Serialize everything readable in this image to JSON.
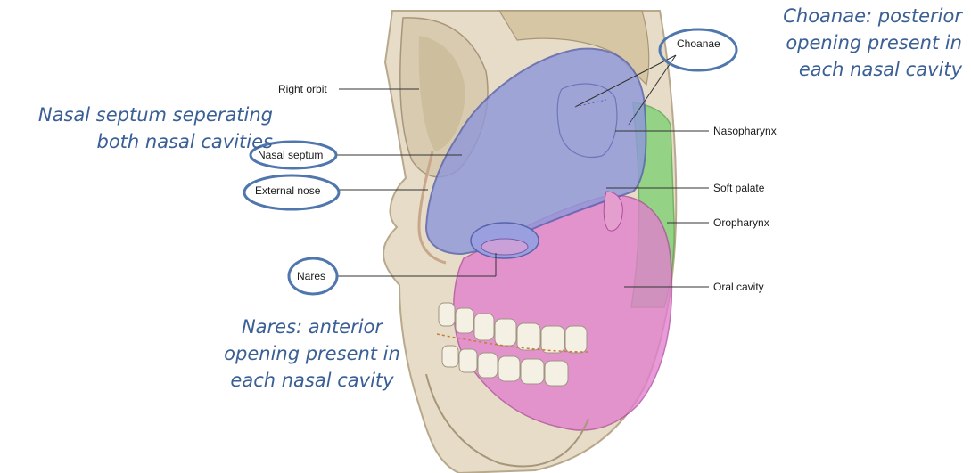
{
  "labels": {
    "right_orbit": "Right orbit",
    "nasal_septum": "Nasal septum",
    "external_nose": "External nose",
    "nares": "Nares",
    "choanae": "Choanae",
    "nasopharynx": "Nasopharynx",
    "soft_palate": "Soft palate",
    "oropharynx": "Oropharynx",
    "oral_cavity": "Oral cavity"
  },
  "annotations": {
    "septum_note": [
      "Nasal septum seperating",
      "both nasal cavities"
    ],
    "choanae_note": [
      "Choanae: posterior",
      "opening present in",
      "each nasal cavity"
    ],
    "nares_note": [
      "Nares: anterior",
      "opening present in",
      "each nasal cavity"
    ]
  },
  "colors": {
    "annotation_text": "#3a5f95",
    "highlight_ellipse": "#4f76ad",
    "nasal_cavity": "#8f99da",
    "oral_cavity": "#e27fce",
    "pharynx": "#79cf6f",
    "bone": "#e6dcc8"
  }
}
